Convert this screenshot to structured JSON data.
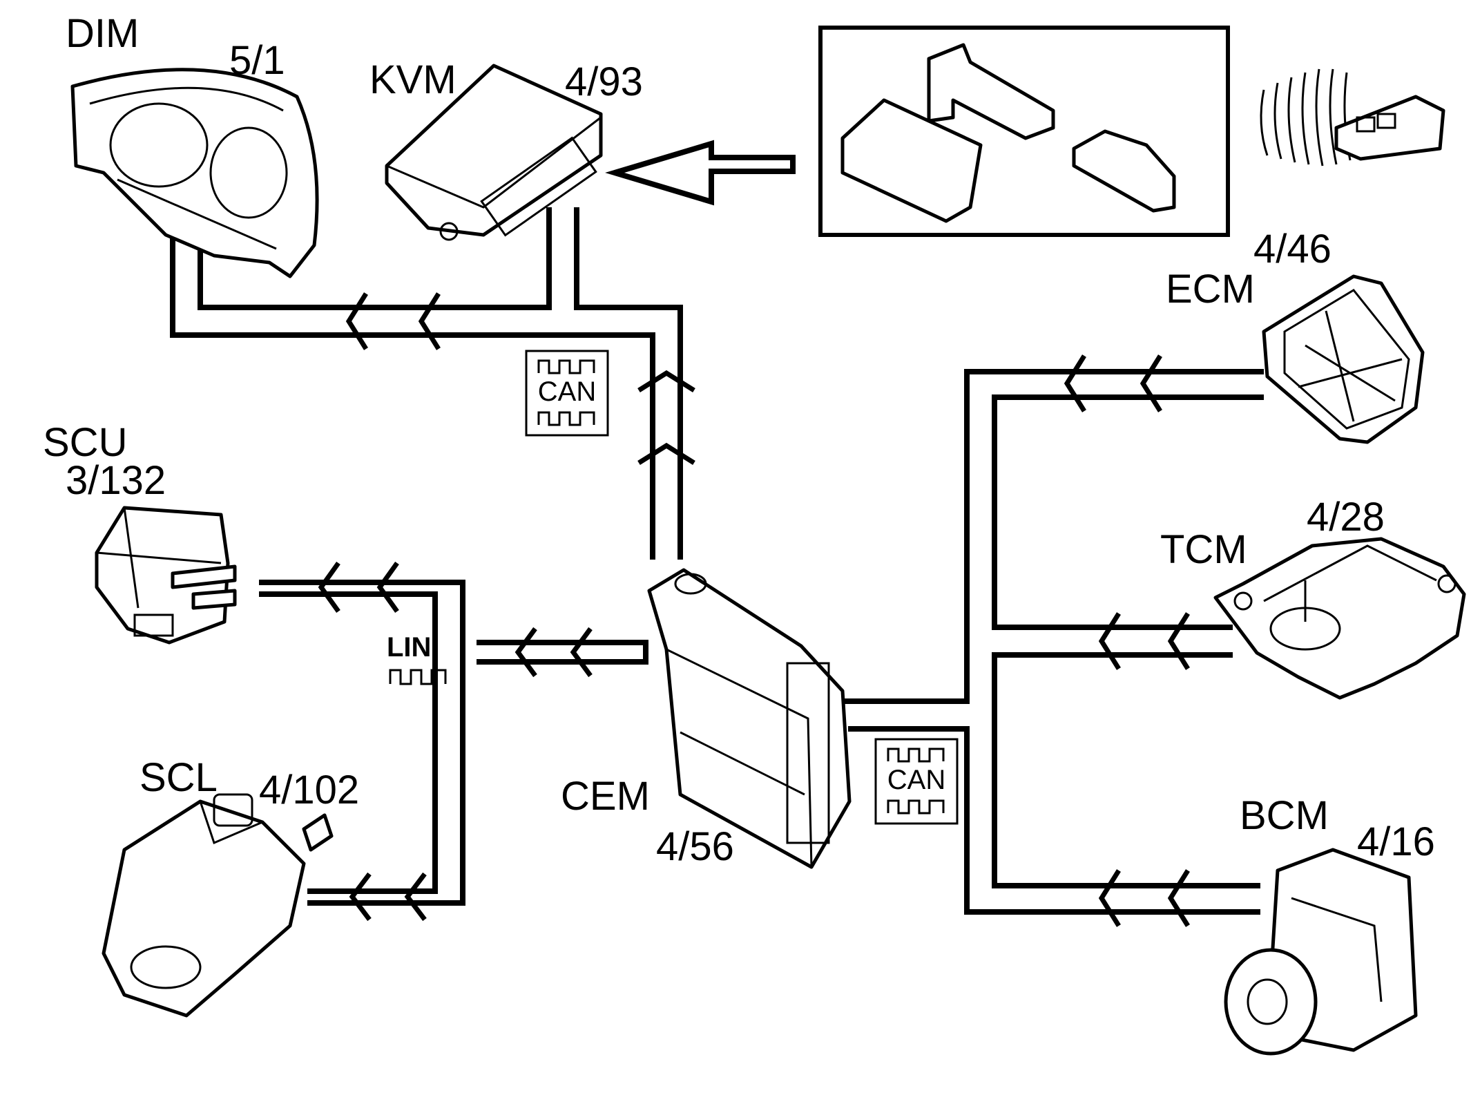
{
  "modules": {
    "dim": {
      "name": "DIM",
      "ref": "5/1"
    },
    "kvm": {
      "name": "KVM",
      "ref": "4/93"
    },
    "scu": {
      "name": "SCU",
      "ref": "3/132"
    },
    "scl": {
      "name": "SCL",
      "ref": "4/102"
    },
    "cem": {
      "name": "CEM",
      "ref": "4/56"
    },
    "ecm": {
      "name": "ECM",
      "ref": "4/46"
    },
    "tcm": {
      "name": "TCM",
      "ref": "4/28"
    },
    "bcm": {
      "name": "BCM",
      "ref": "4/16"
    }
  },
  "buses": {
    "can_top": "CAN",
    "can_right": "CAN",
    "lin": "LIN"
  },
  "icons": {
    "key_antenna_box": "immobilizer-antenna-parts",
    "remote": "remote-key-fob-icon"
  }
}
